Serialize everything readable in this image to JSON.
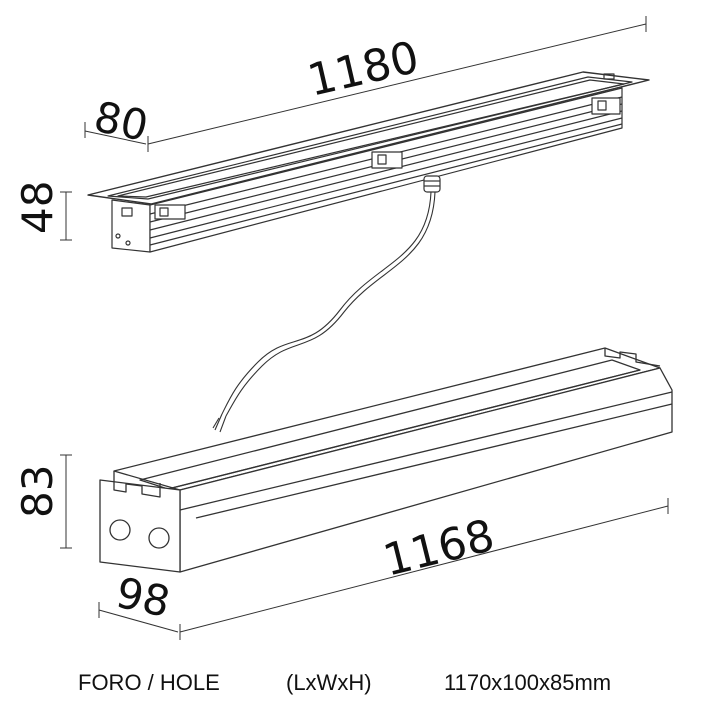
{
  "dimensions": {
    "fixture_length": "1180",
    "fixture_width": "80",
    "fixture_height": "48",
    "housing_length": "1168",
    "housing_width": "98",
    "housing_height": "83"
  },
  "caption": {
    "hole_label": "FORO / HOLE",
    "format_label": "(LxWxH)",
    "hole_size": "1170x100x85mm"
  }
}
